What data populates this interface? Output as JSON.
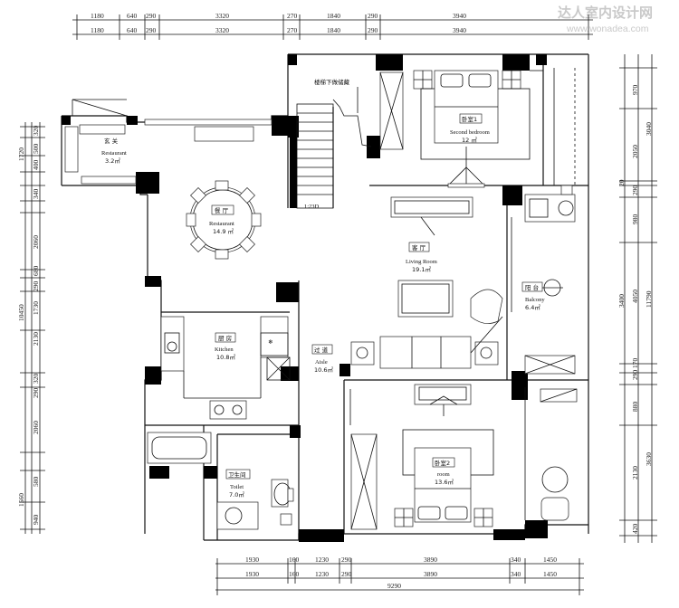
{
  "watermark": {
    "brand": "达人室内设计网",
    "url": "www.wonadea.com"
  },
  "dimensions": {
    "top": [
      "1180",
      "640",
      "290",
      "3320",
      "270",
      "1840",
      "290",
      "3940"
    ],
    "bottom": [
      "1930",
      "160",
      "1230",
      "290",
      "3890",
      "340",
      "1450"
    ],
    "bottom_total": "9290",
    "left_outer": "10450",
    "left_inner": [
      "320",
      "1720",
      "500",
      "400",
      "340",
      "2060",
      "680",
      "290",
      "1730",
      "2130",
      "320",
      "290",
      "2060",
      "580",
      "1560",
      "940"
    ],
    "right": [
      "970",
      "3040",
      "2050",
      "20",
      "290",
      "980",
      "4050",
      "3400",
      "290",
      "170",
      "880",
      "3630",
      "2130",
      "420"
    ],
    "right_total": "11790"
  },
  "rooms": {
    "entrance": {
      "cn": "玄 关",
      "en": "Restaurant",
      "area": "3.2㎡"
    },
    "dining": {
      "cn": "餐 厅",
      "en": "Restaurant",
      "area": "14.9 ㎡"
    },
    "kitchen": {
      "cn": "厨 房",
      "en": "Kitchen",
      "area": "10.8㎡"
    },
    "aisle": {
      "cn": "过 道",
      "en": "Aisle",
      "area": "10.6㎡"
    },
    "living": {
      "cn": "客 厅",
      "en": "Living Room",
      "area": "19.1㎡"
    },
    "balcony": {
      "cn": "阳 台",
      "en": "Balcony",
      "area": "6.4㎡"
    },
    "bedroom1": {
      "cn": "卧室1",
      "en": "Second bedroom",
      "area": "12 ㎡"
    },
    "bedroom2": {
      "cn": "卧室2",
      "en": "room",
      "area": "13.6㎡"
    },
    "toilet": {
      "cn": "卫生间",
      "en": "Toilet",
      "area": "7.0㎡"
    }
  },
  "annotations": {
    "stairs_note": "楼梯下做储藏",
    "stairs_level": "1:23D"
  }
}
